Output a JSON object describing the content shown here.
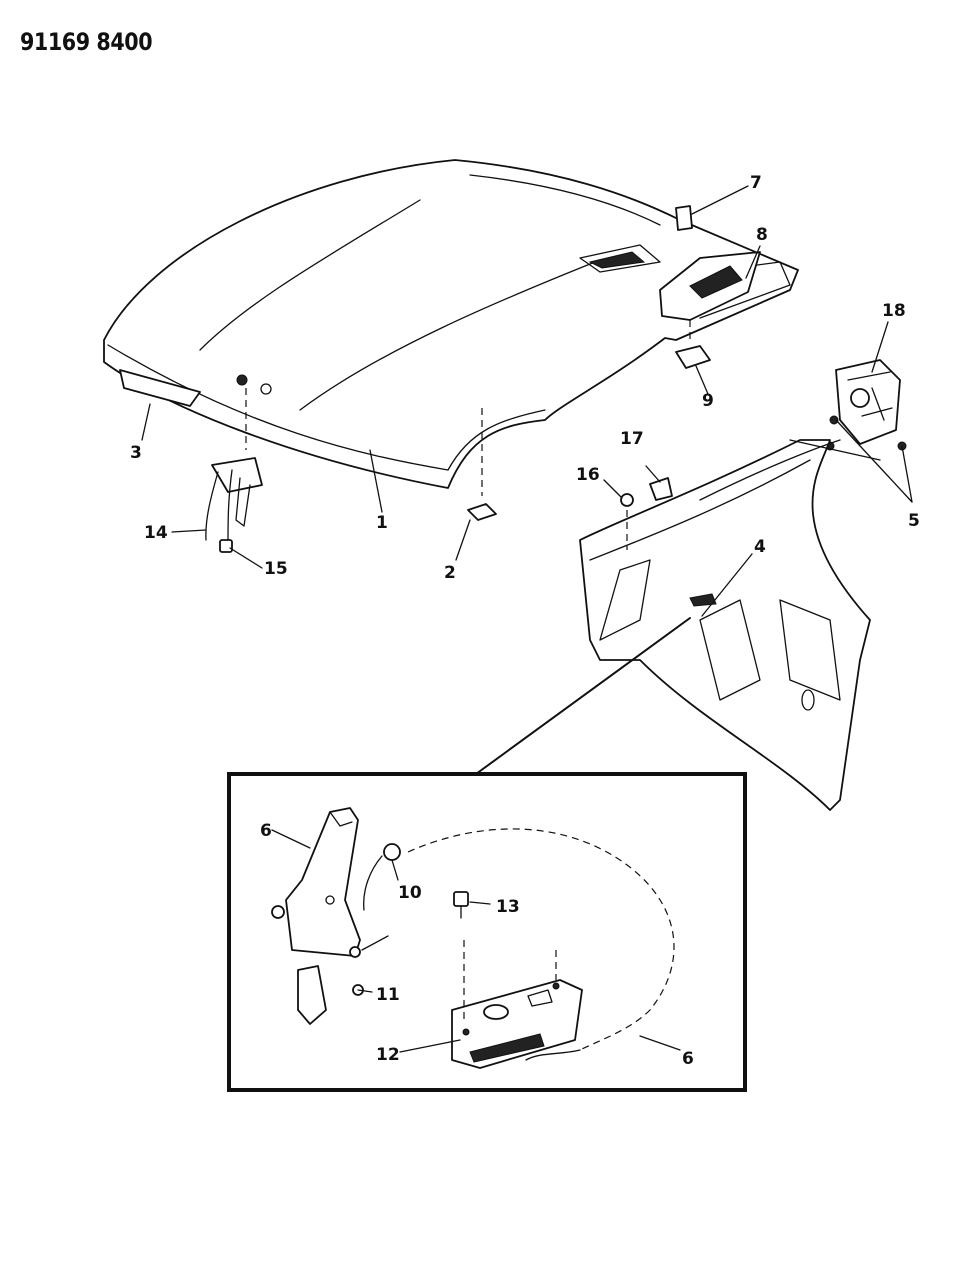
{
  "document": {
    "reference_code": "91169 8400"
  },
  "callouts": {
    "c1": "1",
    "c2": "2",
    "c3": "3",
    "c4": "4",
    "c5": "5",
    "c6a": "6",
    "c6b": "6",
    "c7": "7",
    "c8": "8",
    "c9": "9",
    "c10": "10",
    "c11": "11",
    "c12": "12",
    "c13": "13",
    "c14": "14",
    "c15": "15",
    "c16": "16",
    "c17": "17",
    "c18": "18"
  }
}
